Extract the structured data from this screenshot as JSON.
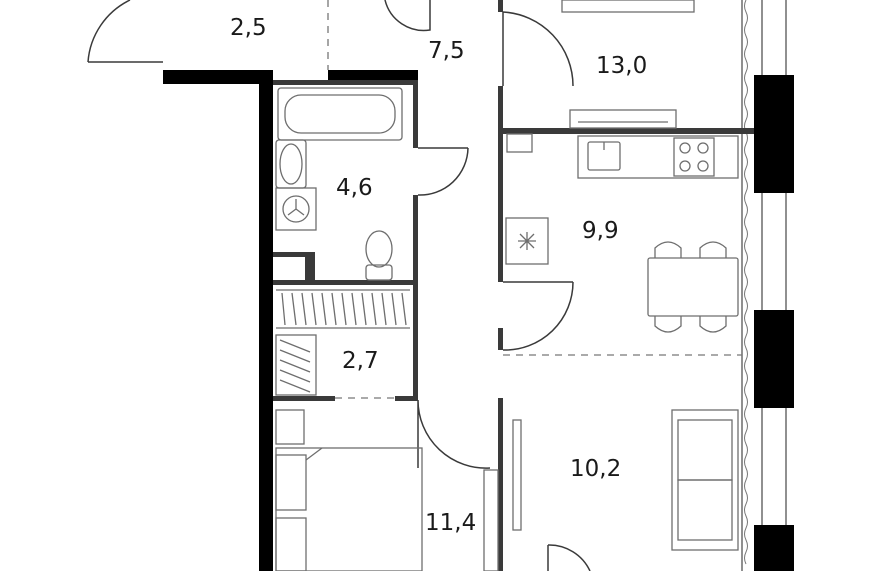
{
  "plan": {
    "rooms": [
      {
        "id": "vestibule",
        "area": "2,5"
      },
      {
        "id": "hall",
        "area": "7,5"
      },
      {
        "id": "room-top",
        "area": "13,0"
      },
      {
        "id": "bathroom",
        "area": "4,6"
      },
      {
        "id": "kitchen",
        "area": "9,9"
      },
      {
        "id": "storage",
        "area": "2,7"
      },
      {
        "id": "living",
        "area": "10,2"
      },
      {
        "id": "bedroom",
        "area": "11,4"
      }
    ]
  },
  "colors": {
    "wall": "#000000",
    "partition": "#3a3a3a",
    "fixture": "#6e6e6e",
    "text": "#1a1a1a",
    "background": "#ffffff"
  }
}
